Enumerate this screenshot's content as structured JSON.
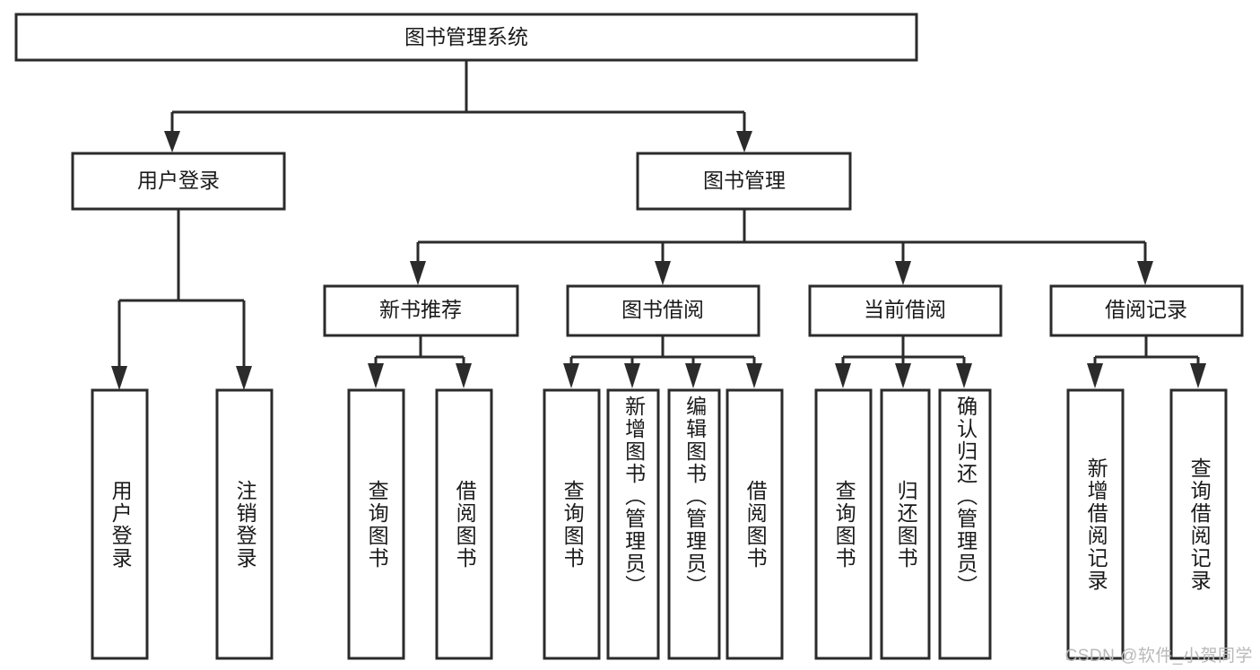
{
  "diagram": {
    "type": "tree",
    "title": "图书管理系统",
    "orientation": "top-down",
    "background_color": "#ffffff",
    "box_stroke_color": "#2b2b2b",
    "box_fill_color": "#ffffff",
    "text_color": "#1a1a1a",
    "root": {
      "id": "root",
      "label": "图书管理系统",
      "text_direction": "horizontal"
    },
    "level2": [
      {
        "id": "user-login",
        "label": "用户登录",
        "text_direction": "horizontal"
      },
      {
        "id": "book-manage",
        "label": "图书管理",
        "text_direction": "horizontal"
      }
    ],
    "level3": [
      {
        "id": "new-book-recommend",
        "label": "新书推荐",
        "parent": "book-manage",
        "text_direction": "horizontal"
      },
      {
        "id": "book-borrow",
        "label": "图书借阅",
        "parent": "book-manage",
        "text_direction": "horizontal"
      },
      {
        "id": "current-borrow",
        "label": "当前借阅",
        "parent": "book-manage",
        "text_direction": "horizontal"
      },
      {
        "id": "borrow-record",
        "label": "借阅记录",
        "parent": "book-manage",
        "text_direction": "horizontal"
      }
    ],
    "leaves": [
      {
        "id": "leaf-user-login",
        "label": "用户登录",
        "parent": "user-login",
        "text_direction": "vertical"
      },
      {
        "id": "leaf-logout-login",
        "label": "注销登录",
        "parent": "user-login",
        "text_direction": "vertical"
      },
      {
        "id": "leaf-query-book-1",
        "label": "查询图书",
        "parent": "new-book-recommend",
        "text_direction": "vertical"
      },
      {
        "id": "leaf-borrow-book-1",
        "label": "借阅图书",
        "parent": "new-book-recommend",
        "text_direction": "vertical"
      },
      {
        "id": "leaf-query-book-2",
        "label": "查询图书",
        "parent": "book-borrow",
        "text_direction": "vertical"
      },
      {
        "id": "leaf-add-book",
        "label": "新增图书（管理员）",
        "parent": "book-borrow",
        "text_direction": "vertical"
      },
      {
        "id": "leaf-edit-book",
        "label": "编辑图书（管理员）",
        "parent": "book-borrow",
        "text_direction": "vertical"
      },
      {
        "id": "leaf-borrow-book-2",
        "label": "借阅图书",
        "parent": "book-borrow",
        "text_direction": "vertical"
      },
      {
        "id": "leaf-query-book-3",
        "label": "查询图书",
        "parent": "current-borrow",
        "text_direction": "vertical"
      },
      {
        "id": "leaf-return-book",
        "label": "归还图书",
        "parent": "current-borrow",
        "text_direction": "vertical"
      },
      {
        "id": "leaf-confirm-return",
        "label": "确认归还（管理员）",
        "parent": "current-borrow",
        "text_direction": "vertical"
      },
      {
        "id": "leaf-add-record",
        "label": "新增借阅记录",
        "parent": "borrow-record",
        "text_direction": "vertical"
      },
      {
        "id": "leaf-query-record",
        "label": "查询借阅记录",
        "parent": "borrow-record",
        "text_direction": "vertical"
      }
    ]
  },
  "watermark": {
    "text": "CSDN @软件_小贺同学"
  }
}
